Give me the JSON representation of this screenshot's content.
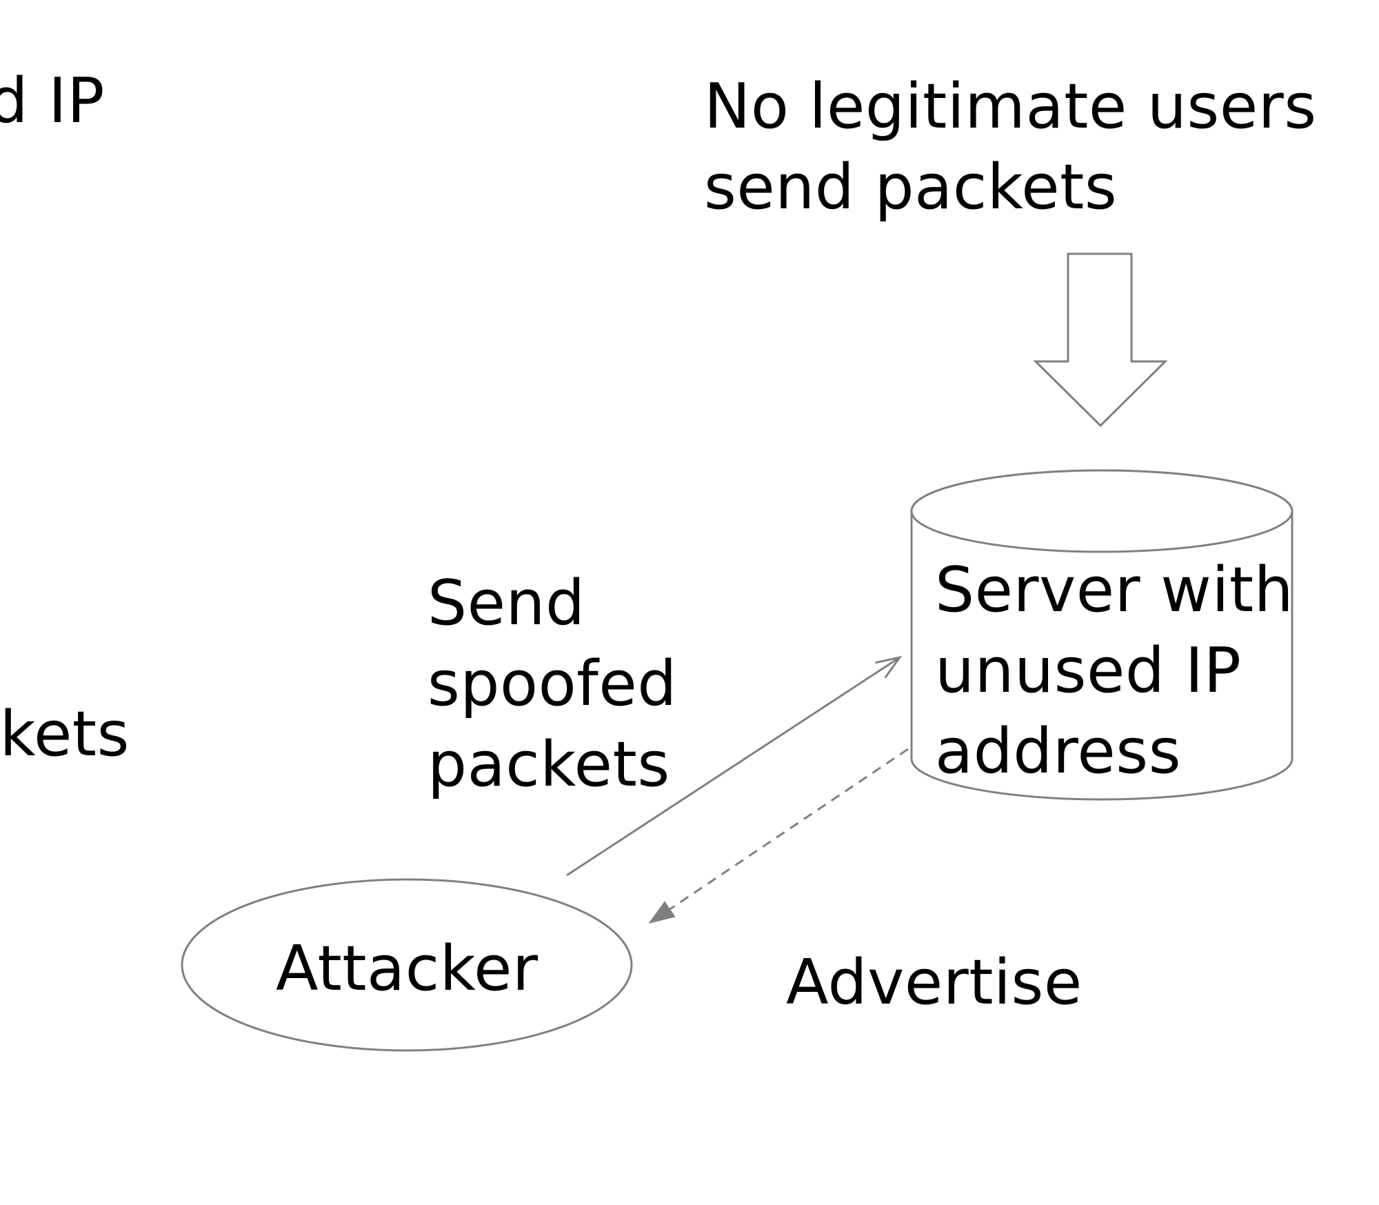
{
  "diagram": {
    "edge_fragments": {
      "top_left": "d IP",
      "middle_left": "ckets"
    },
    "annotation_top": {
      "line1": "No legitimate users",
      "line2": "send packets"
    },
    "server": {
      "line1": "Server with",
      "line2": "unused IP",
      "line3": "address"
    },
    "send_label": {
      "line1": "Send",
      "line2": "spoofed",
      "line3": "packets"
    },
    "attacker": {
      "label": "Attacker"
    },
    "advertise_label": "Advertise"
  }
}
